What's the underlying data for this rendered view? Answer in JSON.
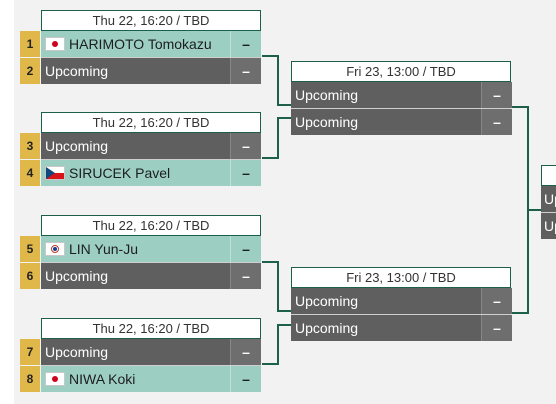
{
  "round1": [
    {
      "header": "Thu 22, 16:20 / TBD",
      "players": [
        {
          "seed": "1",
          "name": "HARIMOTO Tomokazu",
          "flag": "jp",
          "score": "–",
          "color": "green"
        },
        {
          "seed": "2",
          "name": "Upcoming",
          "flag": "",
          "score": "–",
          "color": "grey"
        }
      ]
    },
    {
      "header": "Thu 22, 16:20 / TBD",
      "players": [
        {
          "seed": "3",
          "name": "Upcoming",
          "flag": "",
          "score": "–",
          "color": "grey"
        },
        {
          "seed": "4",
          "name": "SIRUCEK Pavel",
          "flag": "cz",
          "score": "–",
          "color": "green"
        }
      ]
    },
    {
      "header": "Thu 22, 16:20 / TBD",
      "players": [
        {
          "seed": "5",
          "name": "LIN Yun-Ju",
          "flag": "tpe",
          "score": "–",
          "color": "green"
        },
        {
          "seed": "6",
          "name": "Upcoming",
          "flag": "",
          "score": "–",
          "color": "grey"
        }
      ]
    },
    {
      "header": "Thu 22, 16:20 / TBD",
      "players": [
        {
          "seed": "7",
          "name": "Upcoming",
          "flag": "",
          "score": "–",
          "color": "grey"
        },
        {
          "seed": "8",
          "name": "NIWA Koki",
          "flag": "jp",
          "score": "–",
          "color": "green"
        }
      ]
    }
  ],
  "round2": [
    {
      "header": "Fri 23, 13:00 / TBD",
      "players": [
        {
          "name": "Upcoming",
          "score": "–"
        },
        {
          "name": "Upcoming",
          "score": "–"
        }
      ]
    },
    {
      "header": "Fri 23, 13:00 / TBD",
      "players": [
        {
          "name": "Upcoming",
          "score": "–"
        },
        {
          "name": "Upcoming",
          "score": "–"
        }
      ]
    }
  ],
  "round3": {
    "players": [
      {
        "name": "Up"
      },
      {
        "name": "Up"
      }
    ]
  },
  "colors": {
    "seed": "#e0b84a",
    "grey": "#5f5f5f",
    "green": "#9ccfc2",
    "line": "#1c5f4a"
  }
}
